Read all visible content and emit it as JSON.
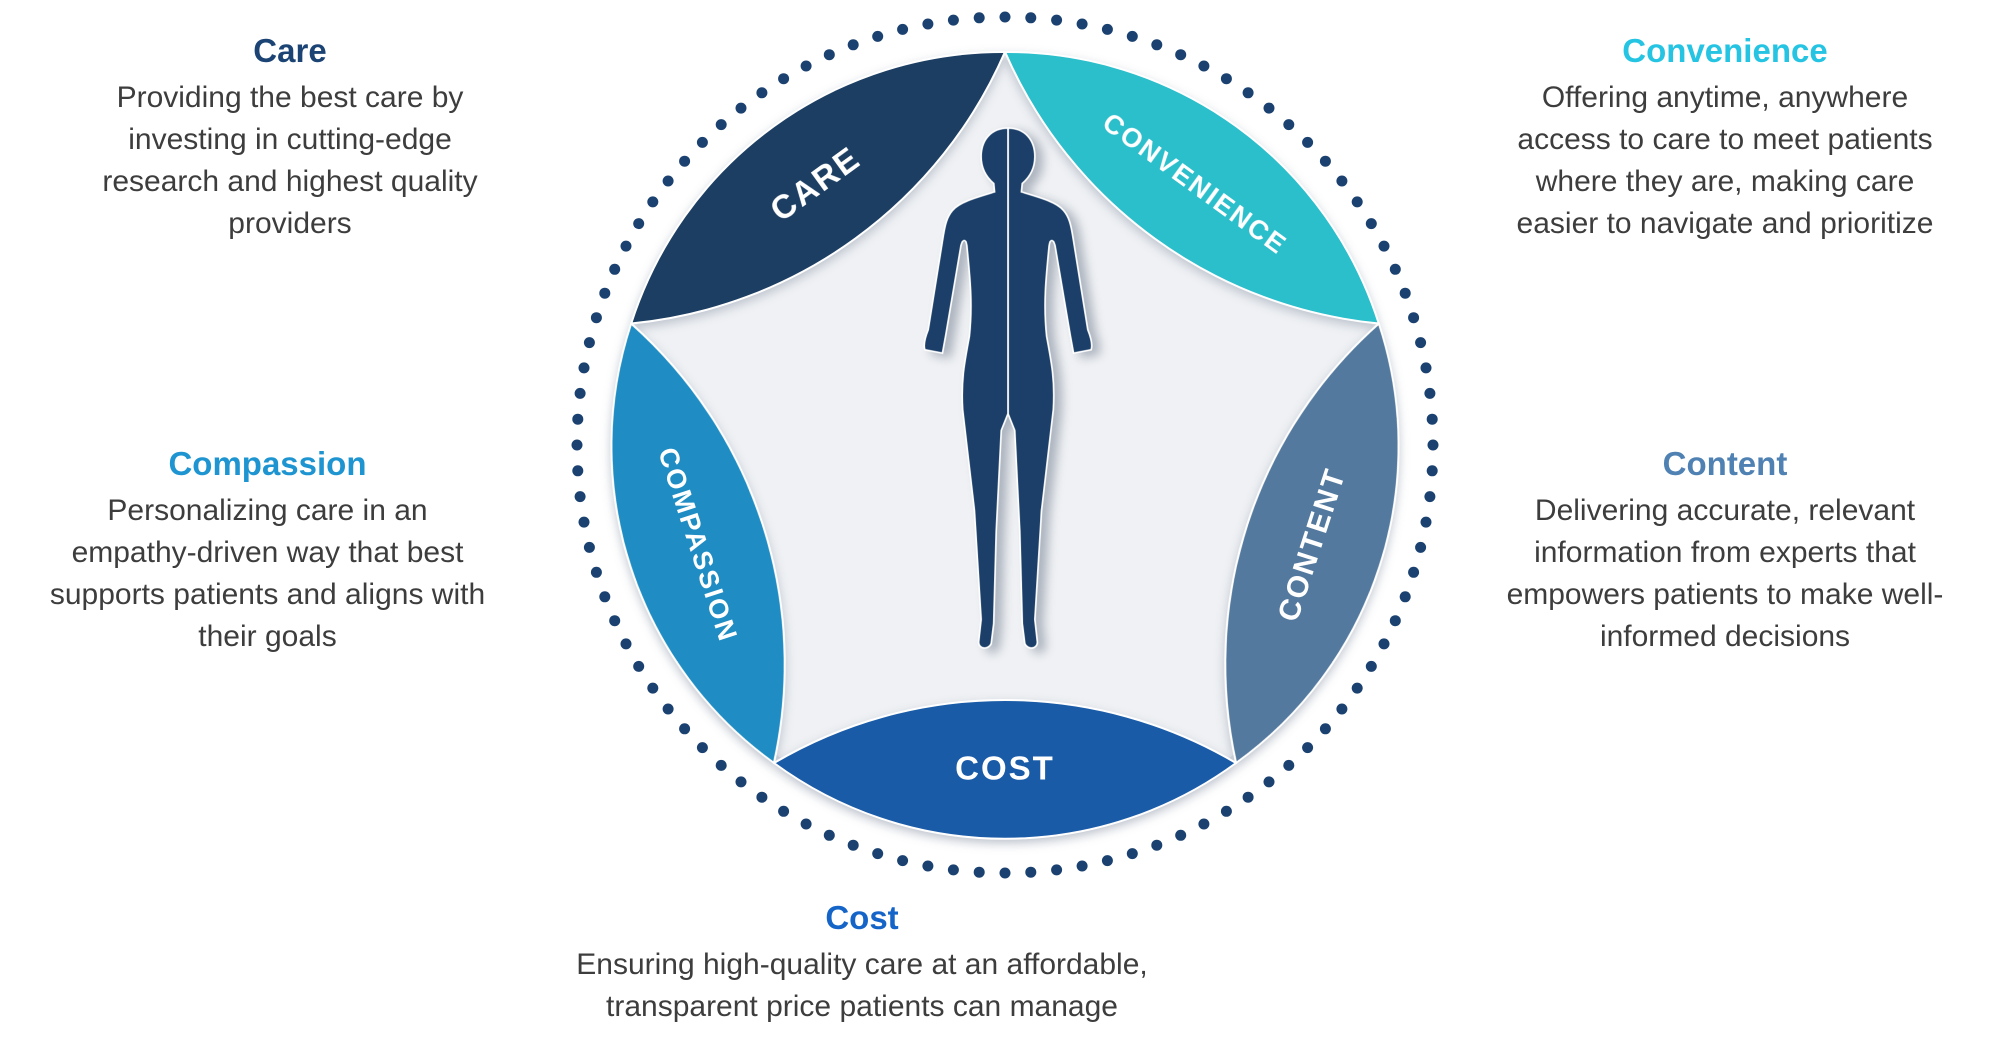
{
  "diagram": {
    "disc_color": "#EFF1F4",
    "silhouette_color": "#1B3F69",
    "figure": "human-silhouette",
    "dots": {
      "count": 104,
      "color": "#1A416F"
    },
    "petals": [
      {
        "id": "cost",
        "label": "COST",
        "color": "#1A5BA8",
        "rotation": 0
      },
      {
        "id": "compassion",
        "label": "COMPASSION",
        "color": "#1F8DC3",
        "rotation": 72
      },
      {
        "id": "care",
        "label": "CARE",
        "color": "#1C3E63",
        "rotation": 144
      },
      {
        "id": "convenience",
        "label": "CONVENIENCE",
        "color": "#2BBECB",
        "rotation": 216
      },
      {
        "id": "content",
        "label": "CONTENT",
        "color": "#54799E",
        "rotation": 288
      }
    ]
  },
  "sections": [
    {
      "id": "care",
      "heading": "Care",
      "heading_color": "#1B4474",
      "body": "Providing the best care by\ninvesting in cutting-edge\nresearch and highest quality\nproviders"
    },
    {
      "id": "convenience",
      "heading": "Convenience",
      "heading_color": "#26C4E3",
      "body": "Offering anytime, anywhere\naccess to care to meet patients\nwhere they are, making care\neasier to navigate and prioritize"
    },
    {
      "id": "compassion",
      "heading": "Compassion",
      "heading_color": "#1E95D1",
      "body": "Personalizing care in an\nempathy-driven way that best\nsupports patients and aligns with\ntheir goals"
    },
    {
      "id": "content",
      "heading": "Content",
      "heading_color": "#4F81B3",
      "body": "Delivering accurate, relevant\ninformation from experts that\nempowers patients to make well-\ninformed decisions"
    },
    {
      "id": "cost",
      "heading": "Cost",
      "heading_color": "#1565C8",
      "body": "Ensuring high-quality care at an affordable,\ntransparent price patients can manage"
    }
  ]
}
